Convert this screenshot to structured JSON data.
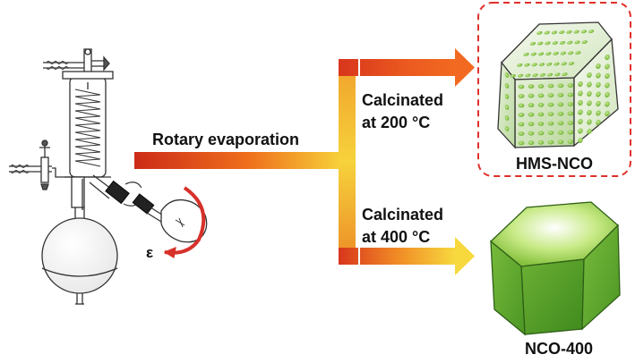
{
  "labels": {
    "rotary_evaporation": "Rotary evaporation",
    "calcinated_200_line1": "Calcinated",
    "calcinated_200_line2": "at 200 °C",
    "calcinated_400_line1": "Calcinated",
    "calcinated_400_line2": "at 400 °C",
    "product_hms": "HMS-NCO",
    "product_nco": "NCO-400",
    "rotation_symbol": "ε"
  },
  "colors": {
    "arrow_start": "#d7351e",
    "arrow_mid": "#f07a1a",
    "arrow_end": "#f7d23a",
    "dashed_box": "#e0302a",
    "crystal_porous": "#dfeed0",
    "crystal_pore": "#8cc84a",
    "crystal_solid": "#5fa22d",
    "crystal_top": "#b9e07a"
  },
  "icons": {
    "apparatus": "rotary-evaporator-icon",
    "porous_crystal": "hexagonal-prism-porous-icon",
    "solid_crystal": "hexagonal-prism-solid-icon"
  }
}
